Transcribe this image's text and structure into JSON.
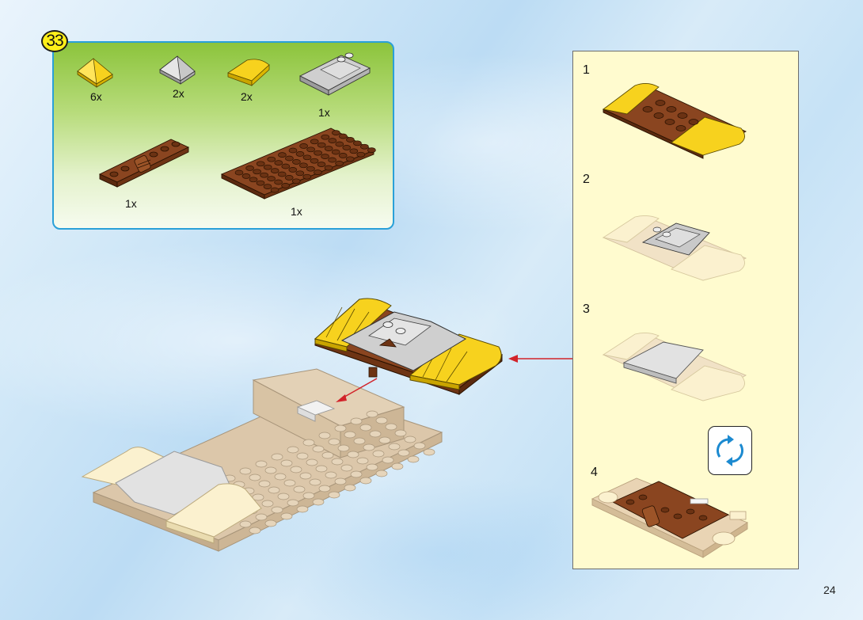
{
  "step": {
    "number": "33"
  },
  "parts": [
    {
      "qty": "6x",
      "name": "yellow-slope-pyramid",
      "color": "#f7d21e"
    },
    {
      "qty": "2x",
      "name": "grey-slope-pyramid",
      "color": "#c8c8c8"
    },
    {
      "qty": "2x",
      "name": "yellow-curved-slope",
      "color": "#f7d21e"
    },
    {
      "qty": "1x",
      "name": "grey-wedge-plate",
      "color": "#c8c8c8"
    },
    {
      "qty": "1x",
      "name": "brown-plate-with-clip",
      "color": "#7b3d17"
    },
    {
      "qty": "1x",
      "name": "brown-plate-6x10",
      "color": "#7b3d17"
    }
  ],
  "substeps": [
    {
      "number": "1"
    },
    {
      "number": "2"
    },
    {
      "number": "3"
    },
    {
      "number": "4"
    }
  ],
  "colors": {
    "panel_border": "#2aa0d8",
    "badge": "#ffef1a",
    "sub_panel_bg": "#fffbcf",
    "arrow": "#d2232a",
    "tan": "#d9c2a3",
    "yellow": "#f7d21e",
    "brown": "#7b3d17",
    "grey": "#c8c8c8"
  },
  "page": {
    "number": "24"
  }
}
